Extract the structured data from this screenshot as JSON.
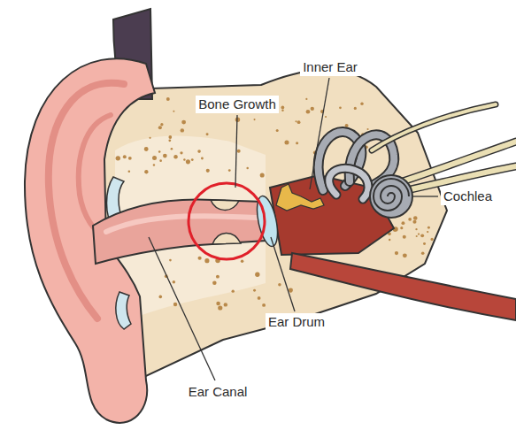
{
  "diagram": {
    "labels": [
      "Inner Ear",
      "Bone Growth",
      "Cochlea",
      "Ear Drum",
      "Ear Canal"
    ]
  }
}
